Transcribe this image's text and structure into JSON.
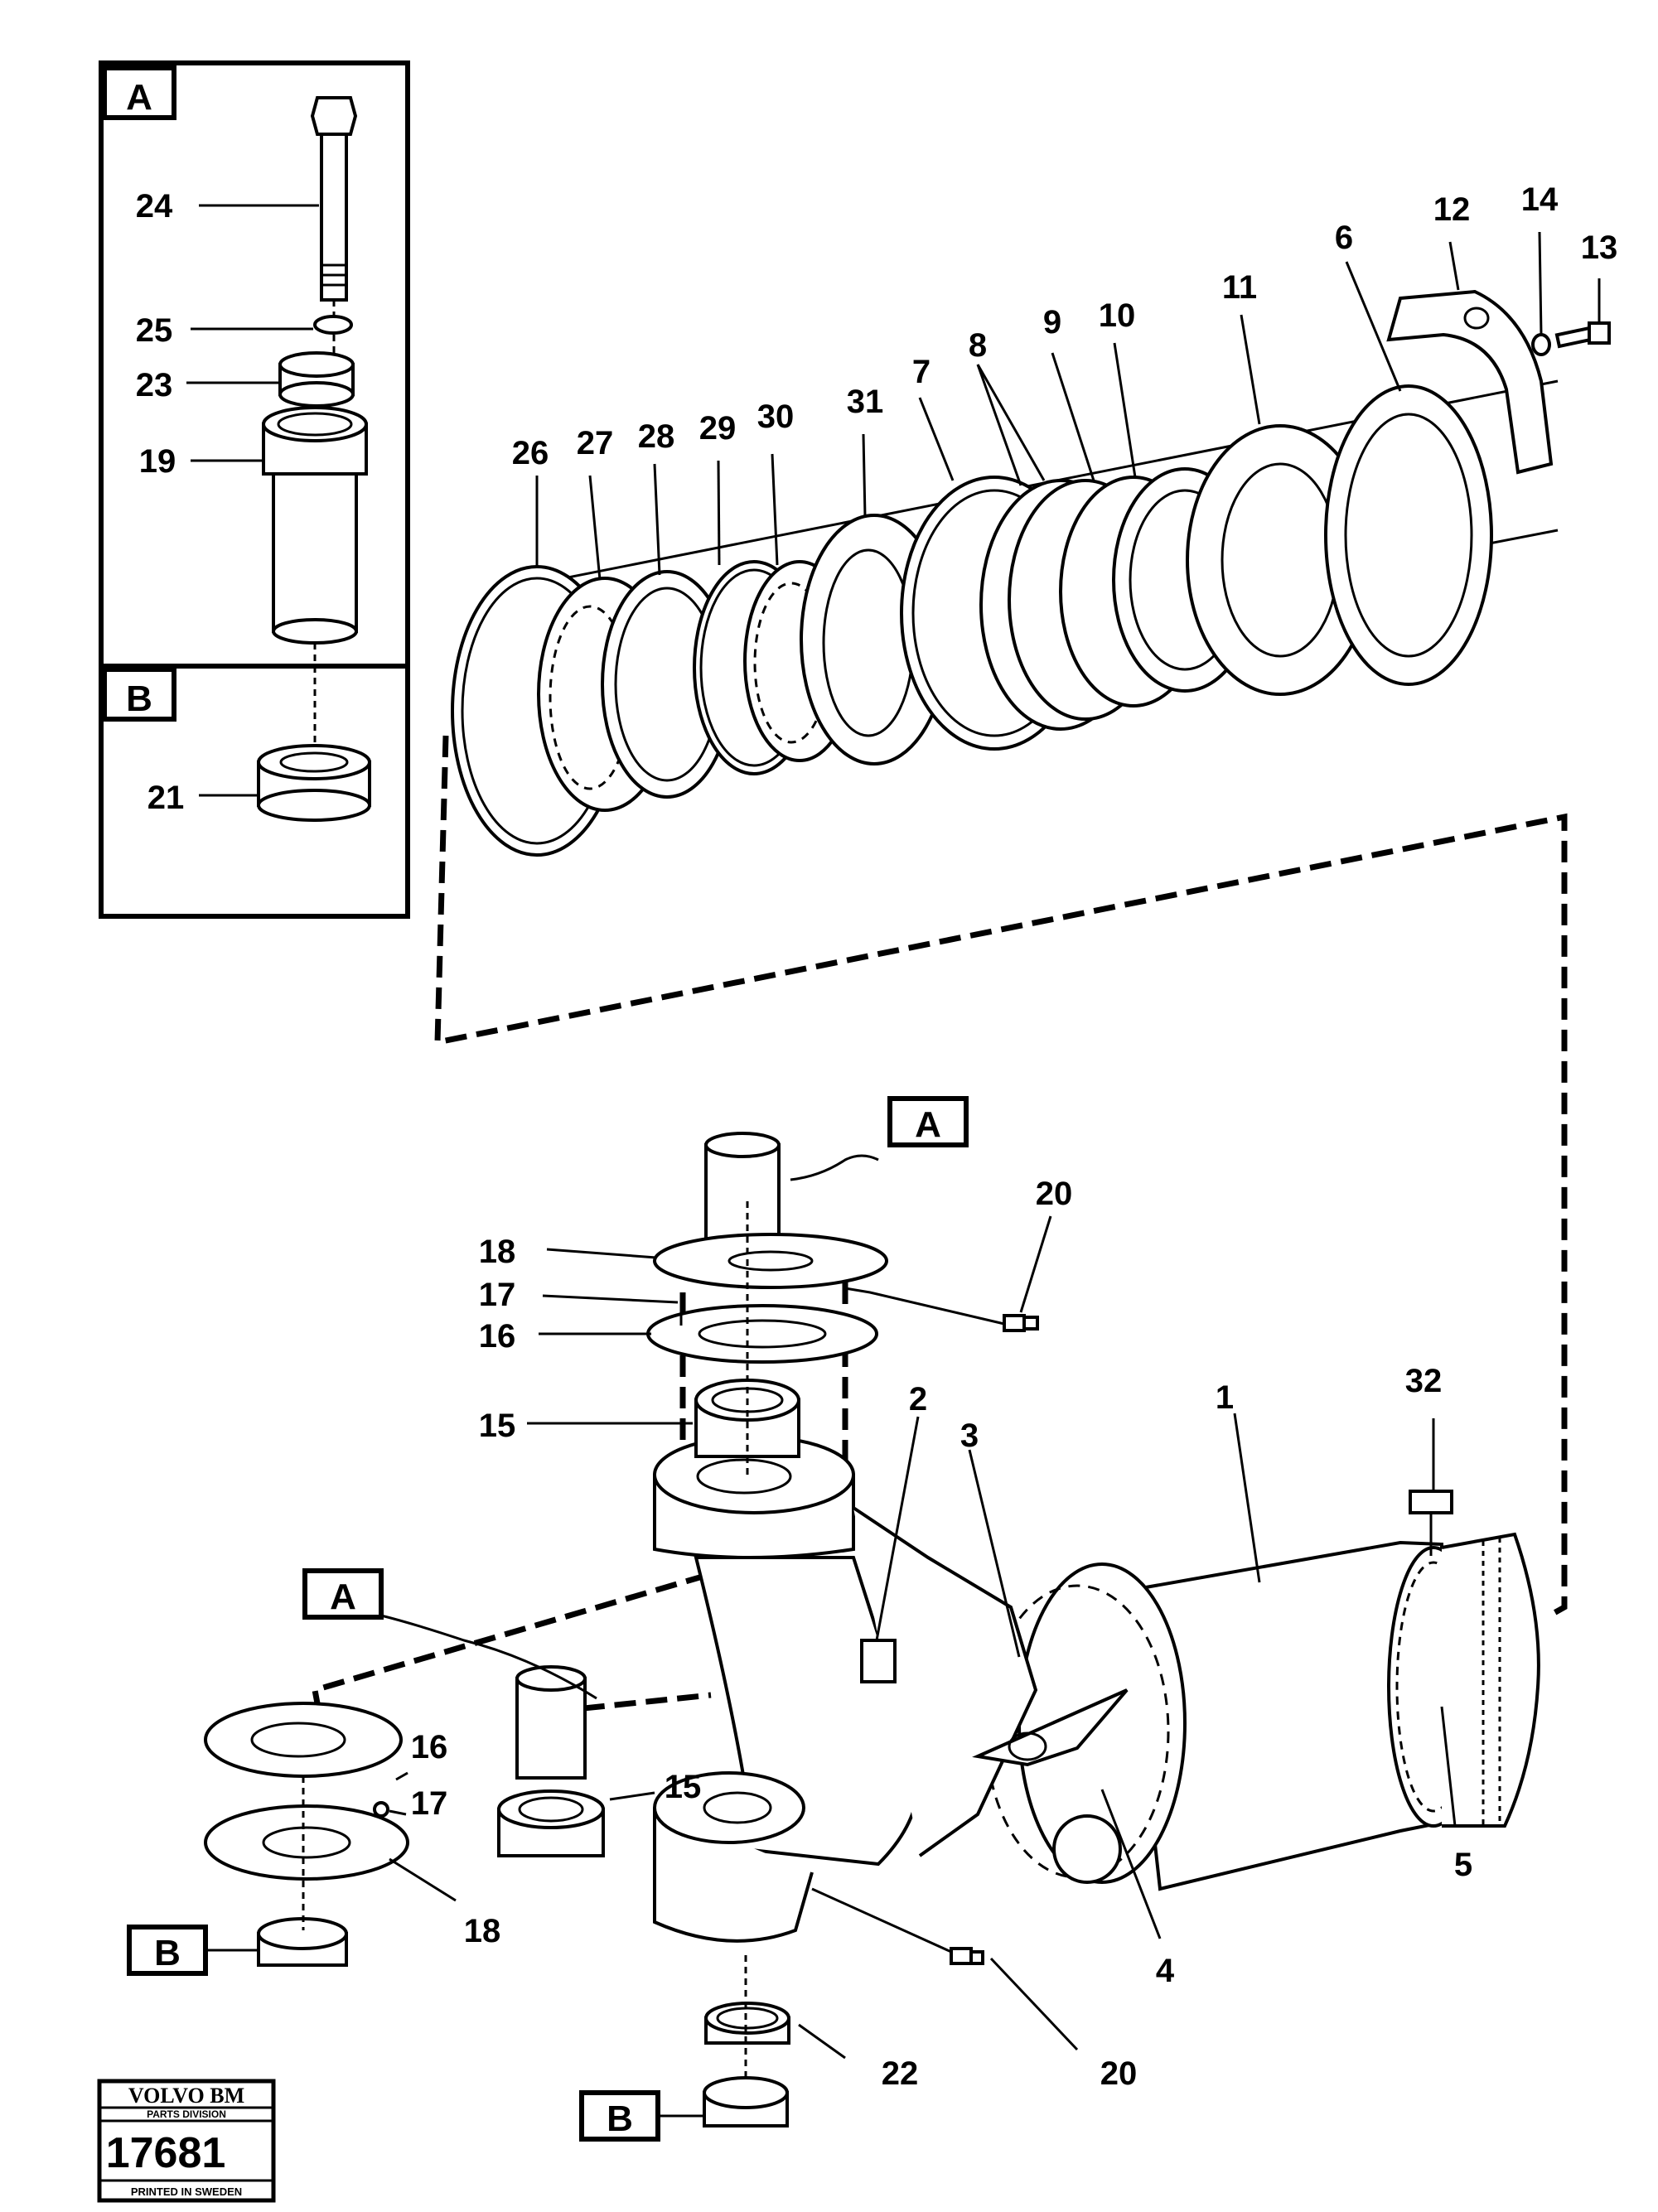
{
  "inset": {
    "label_a": "A",
    "label_b": "B"
  },
  "callout_boxes": [
    "A",
    "A",
    "B",
    "B"
  ],
  "part_numbers": {
    "p1": "1",
    "p2": "2",
    "p3": "3",
    "p4": "4",
    "p5": "5",
    "p6": "6",
    "p7": "7",
    "p8": "8",
    "p9": "9",
    "p10": "10",
    "p11": "11",
    "p12": "12",
    "p13": "13",
    "p14": "14",
    "p15a": "15",
    "p15b": "15",
    "p16a": "16",
    "p16b": "16",
    "p17a": "17",
    "p17b": "17",
    "p18a": "18",
    "p18b": "18",
    "p19": "19",
    "p20a": "20",
    "p20b": "20",
    "p21": "21",
    "p22": "22",
    "p23": "23",
    "p24": "24",
    "p25": "25",
    "p26": "26",
    "p27": "27",
    "p28": "28",
    "p29": "29",
    "p30": "30",
    "p31": "31",
    "p32": "32"
  },
  "stamp": {
    "brand": "VOLVO BM",
    "division": "PARTS DIVISION",
    "number": "17681",
    "printed": "PRINTED IN SWEDEN"
  }
}
